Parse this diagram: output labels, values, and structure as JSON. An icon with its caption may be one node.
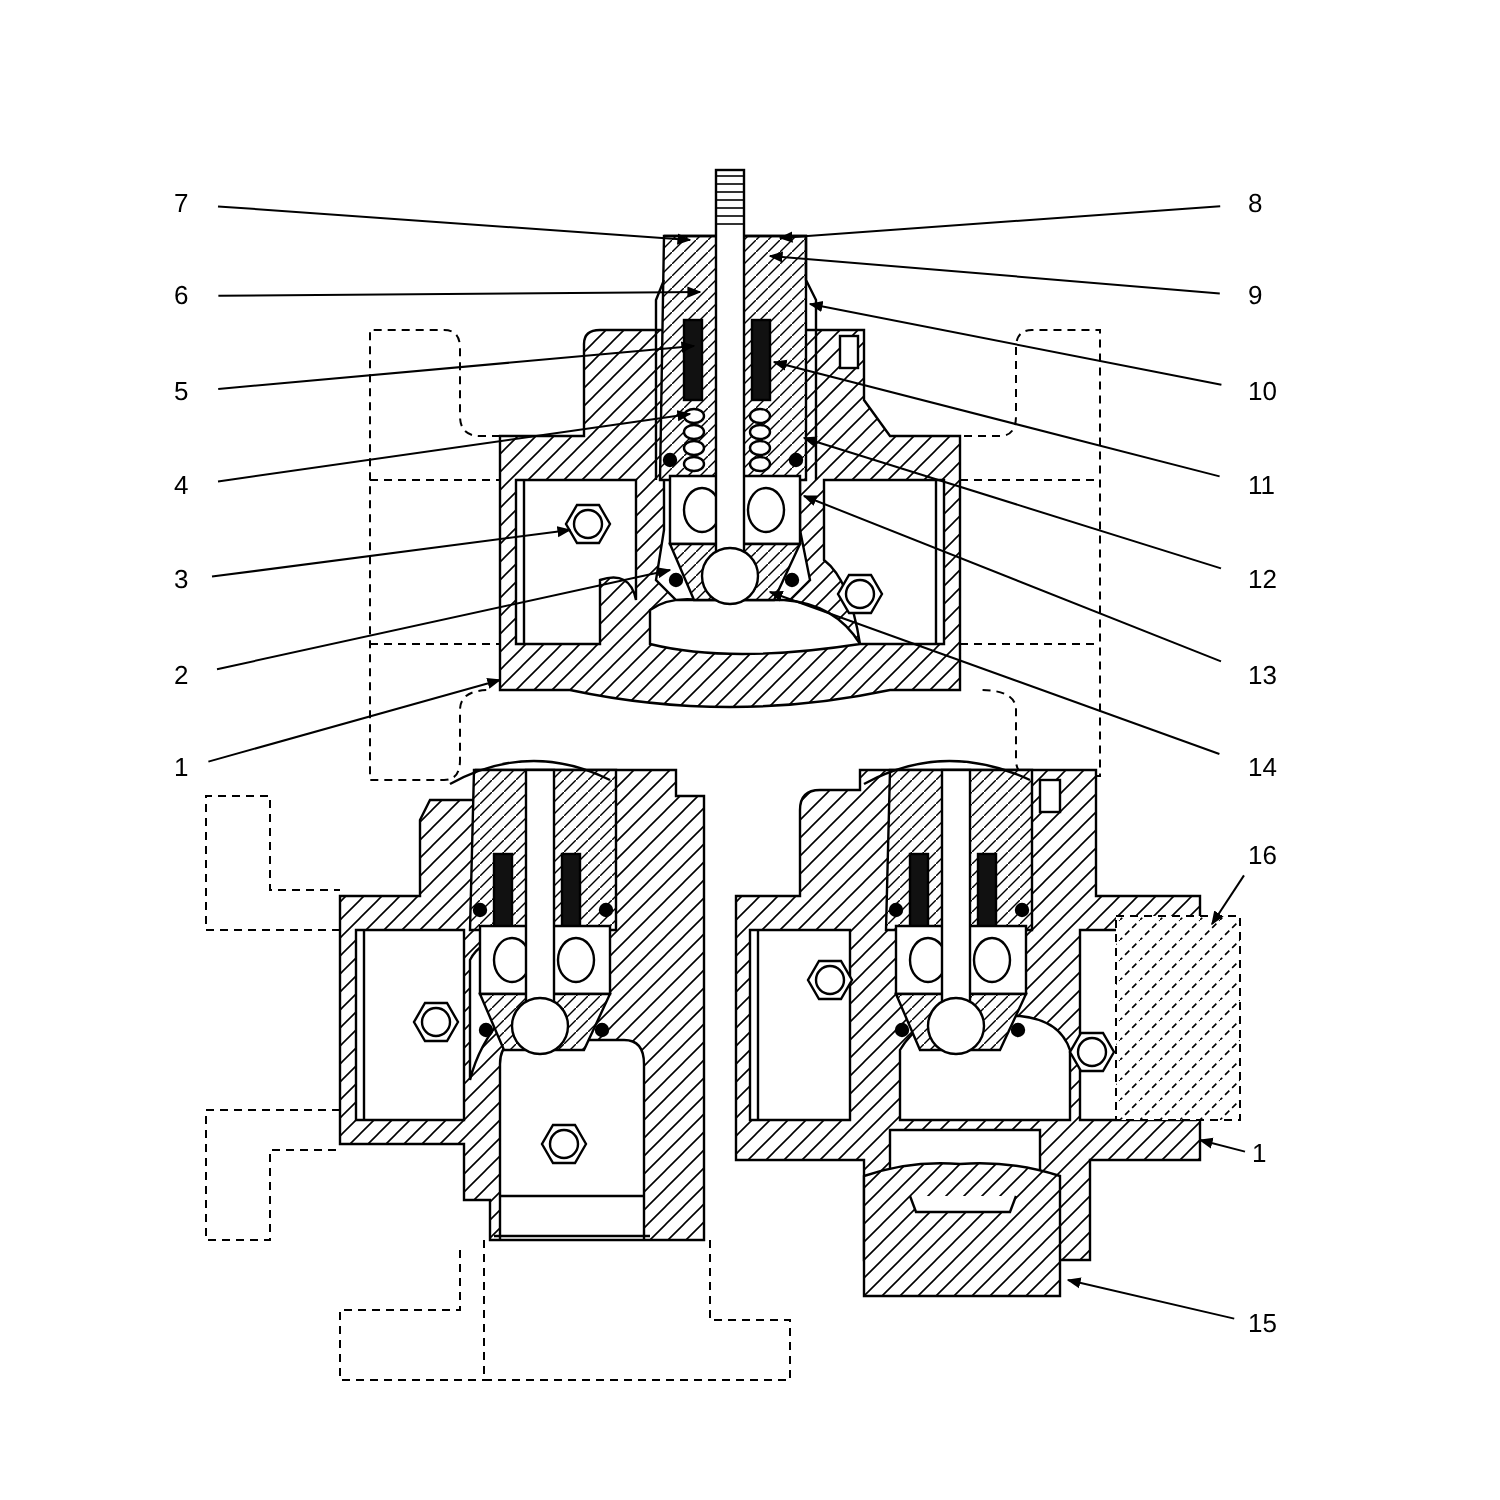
{
  "diagram": {
    "nodes": [
      {
        "text": [
          "7"
        ]
      },
      {
        "text": [
          "8"
        ]
      },
      {
        "text": [
          "6"
        ]
      },
      {
        "text": [
          "9"
        ]
      },
      {
        "text": [
          "5"
        ]
      },
      {
        "text": [
          "10"
        ]
      },
      {
        "text": [
          "4"
        ]
      },
      {
        "text": [
          "11"
        ]
      },
      {
        "text": [
          "3"
        ]
      },
      {
        "text": [
          "12"
        ]
      },
      {
        "text": [
          "2"
        ]
      },
      {
        "text": [
          "13"
        ]
      },
      {
        "text": [
          "1"
        ]
      },
      {
        "text": [
          "14"
        ]
      },
      {
        "text": [
          "16"
        ]
      },
      {
        "text": [
          "1"
        ]
      },
      {
        "text": [
          "15"
        ]
      }
    ],
    "edges": [
      {
        "from": 0,
        "to": null,
        "arrow": "to"
      },
      {
        "from": 1,
        "to": null,
        "arrow": "to"
      },
      {
        "from": 2,
        "to": null,
        "arrow": "to"
      },
      {
        "from": 3,
        "to": null,
        "arrow": "to"
      },
      {
        "from": 4,
        "to": null,
        "arrow": "to"
      },
      {
        "from": 5,
        "to": null,
        "arrow": "to"
      },
      {
        "from": 6,
        "to": null,
        "arrow": "to"
      },
      {
        "from": 7,
        "to": null,
        "arrow": "to"
      },
      {
        "from": 8,
        "to": null,
        "arrow": "to"
      },
      {
        "from": 9,
        "to": null,
        "arrow": "to"
      },
      {
        "from": 10,
        "to": null,
        "arrow": "to"
      },
      {
        "from": 11,
        "to": null,
        "arrow": "to"
      },
      {
        "from": 12,
        "to": null,
        "arrow": "to"
      },
      {
        "from": 13,
        "to": null,
        "arrow": "to"
      },
      {
        "from": 14,
        "to": null,
        "arrow": "to"
      },
      {
        "from": 15,
        "to": null,
        "arrow": "to"
      },
      {
        "from": 16,
        "to": null,
        "arrow": "to"
      }
    ]
  }
}
